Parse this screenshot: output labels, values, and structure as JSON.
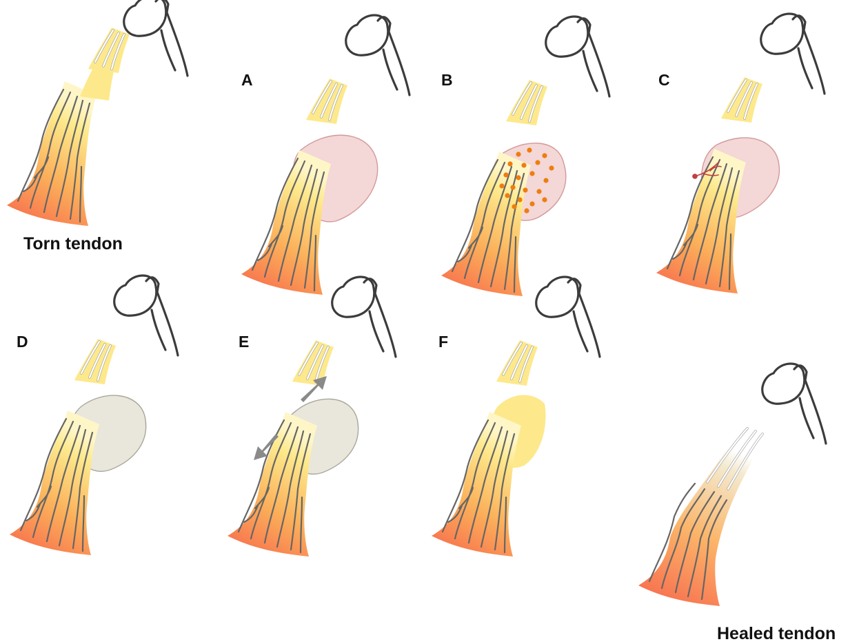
{
  "figure": {
    "panels": [
      {
        "id": "torn",
        "label": "",
        "caption": "Torn tendon",
        "stage": "torn"
      },
      {
        "id": "A",
        "label": "A",
        "caption": "",
        "stage": "hematoma"
      },
      {
        "id": "B",
        "label": "B",
        "caption": "",
        "stage": "inflammatory-cells"
      },
      {
        "id": "C",
        "label": "C",
        "caption": "",
        "stage": "vascular-ingrowth"
      },
      {
        "id": "D",
        "label": "D",
        "caption": "",
        "stage": "granulation-tissue"
      },
      {
        "id": "E",
        "label": "E",
        "caption": "",
        "stage": "loading-remodeling"
      },
      {
        "id": "F",
        "label": "F",
        "caption": "",
        "stage": "scar-tissue"
      },
      {
        "id": "healed",
        "label": "",
        "caption": "Healed tendon",
        "stage": "healed"
      }
    ],
    "colors": {
      "tendon_base": "#f7654b",
      "tendon_mid": "#fbb05a",
      "tendon_top": "#fde98c",
      "swelling_pink": "#f3d3d3",
      "swelling_pink_edge": "#cf8d8d",
      "swelling_grey": "#e9e7dc",
      "swelling_grey_edge": "#a8a799",
      "cell_dots": "#ee7d10",
      "bone_outline": "#3c3c3c",
      "arrow_grey": "#8a8a8a",
      "vessel_red": "#c04040"
    }
  }
}
